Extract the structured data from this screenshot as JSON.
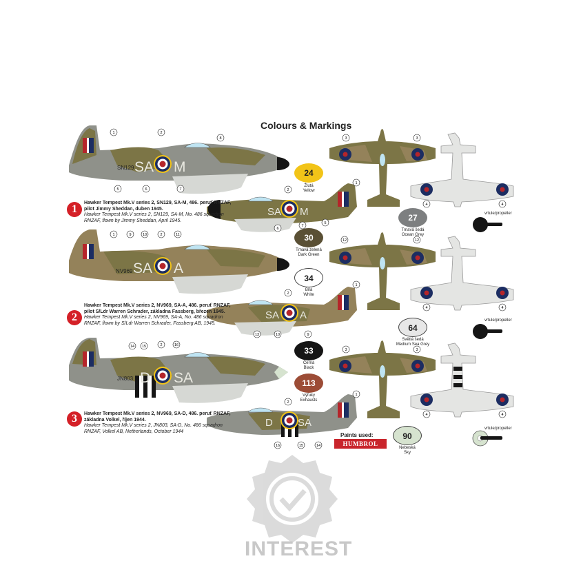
{
  "title": "Colours & Markings",
  "schemes": [
    {
      "number": "1",
      "line1": "Hawker Tempest Mk.V series 2, SN129, SA-M, 486. peruť RNZAF, pilot Jimmy Sheddan, duben 1945.",
      "line2": "Hawker Tempest Mk.V series 2, SN129, SA-M, No. 486 squadron RNZAF, flown by Jimmy Sheddan, April 1945.",
      "serial": "SN129",
      "code_left": "SA",
      "code_right": "M"
    },
    {
      "number": "2",
      "line1": "Hawker Tempest Mk.V series 2, NV969, SA-A, 486. peruť RNZAF, pilot S/Ldr Warren Schrader, základna Fassberg, březen 1945.",
      "line2": "Hawker Tempest Mk.V series 2, NV969, SA-A, No. 486 squadron RNZAF, flown by S/Ldr Warren Schrader, Fassberg AB, 1945.",
      "serial": "NV969",
      "code_left": "SA",
      "code_right": "A"
    },
    {
      "number": "3",
      "line1": "Hawker Tempest Mk.V series 2, NV969, SA-D, 486. peruť RNZAF, základna Volkel, říjen 1944.",
      "line2": "Hawker Tempest Mk.V series 2, JN803, SA-D, No. 486 squadron RNZAF, Volkel AB, Netherlands, October 1944",
      "serial": "JN803",
      "code_left": "D",
      "code_right": "SA"
    }
  ],
  "paints": [
    {
      "code": "24",
      "cz": "Žlutá",
      "en": "Yellow",
      "color": "#f2c418",
      "text": "#222"
    },
    {
      "code": "27",
      "cz": "Tmavá šedá",
      "en": "Ocean Grey",
      "color": "#7d7f80",
      "text": "#fff"
    },
    {
      "code": "30",
      "cz": "Tmavá zelená",
      "en": "Dark Green",
      "color": "#5a5035",
      "text": "#fff"
    },
    {
      "code": "34",
      "cz": "Bílá",
      "en": "White",
      "color": "#ffffff",
      "text": "#222"
    },
    {
      "code": "64",
      "cz": "Světlá šedá",
      "en": "Medium Sea Grey",
      "color": "#e7e7e7",
      "text": "#222"
    },
    {
      "code": "33",
      "cz": "Černá",
      "en": "Black",
      "color": "#151515",
      "text": "#fff"
    },
    {
      "code": "113",
      "cz": "Výfuky",
      "en": "Exhausts",
      "color": "#9c4c36",
      "text": "#fff"
    },
    {
      "code": "90",
      "cz": "Nebeská",
      "en": "Sky",
      "color": "#d6e3cf",
      "text": "#222"
    }
  ],
  "callouts": [
    "1",
    "2",
    "3",
    "4",
    "5",
    "6",
    "7",
    "8",
    "9",
    "10",
    "11",
    "12",
    "13",
    "14",
    "15",
    "16"
  ],
  "propeller_label": "vrtule/propeller",
  "paints_used_label": "Paints used:",
  "humbrol_logo": "HUMBROL",
  "watermark": "INTEREST",
  "colors": {
    "olive": "#7c7546",
    "brown": "#94825a",
    "grey": "#8f918a",
    "underside": "#d6d8d4",
    "roundel_red": "#b5252a",
    "roundel_blue": "#1c2d62",
    "badge": "#d42027"
  }
}
